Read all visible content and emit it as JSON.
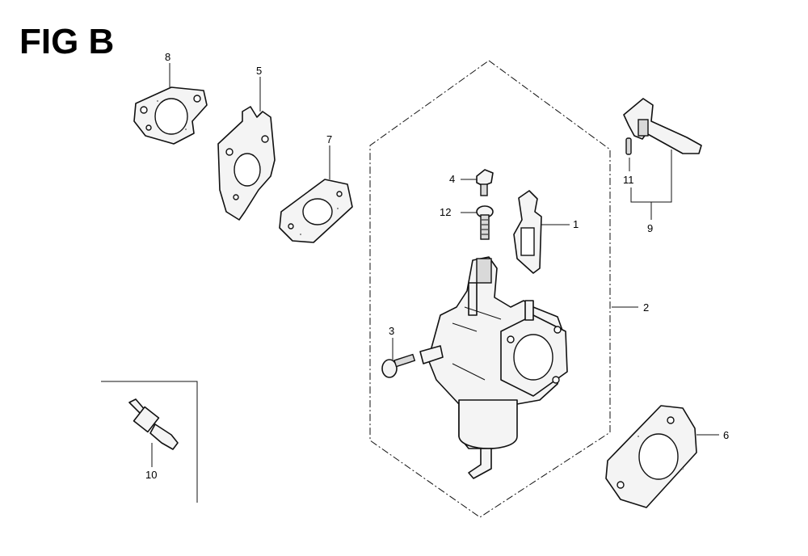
{
  "figure": {
    "title": "FIG B"
  },
  "callouts": {
    "p1": "1",
    "p2": "2",
    "p3": "3",
    "p4": "4",
    "p5": "5",
    "p6": "6",
    "p7": "7",
    "p8": "8",
    "p9": "9",
    "p10": "10",
    "p11": "11",
    "p12": "12"
  }
}
